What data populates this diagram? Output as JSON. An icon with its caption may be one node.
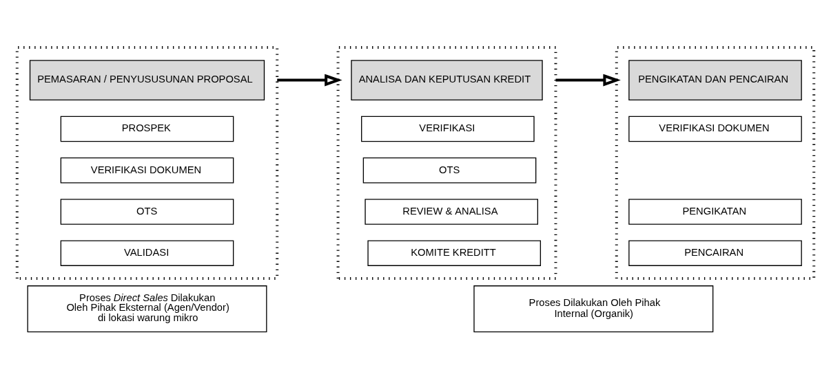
{
  "diagram": {
    "nodes": [
      {
        "text": [],
        "shape": "box"
      },
      {
        "text": [
          "PEMASARAN / PENYUSUSUNAN PROPOSAL"
        ],
        "in": 0
      },
      {
        "text": [
          "PROSPEK"
        ],
        "in": 0
      },
      {
        "text": [
          "VERIFIKASI DOKUMEN"
        ],
        "in": 0
      },
      {
        "text": [
          "OTS"
        ],
        "in": 0
      },
      {
        "text": [
          "VALIDASI"
        ],
        "in": 0
      },
      {
        "text": [],
        "shape": "box"
      },
      {
        "text": [
          "ANALISA DAN KEPUTUSAN KREDIT"
        ],
        "in": 6
      },
      {
        "text": [
          "VERIFIKASI"
        ],
        "in": 6
      },
      {
        "text": [
          "OTS"
        ],
        "in": 6
      },
      {
        "text": [
          "REVIEW & ANALISA"
        ],
        "in": 6
      },
      {
        "text": [
          "KOMITE KREDITT"
        ],
        "in": 6
      },
      {
        "text": [],
        "shape": "box"
      },
      {
        "text": [
          "PENGIKATAN DAN PENCAIRAN"
        ],
        "in": 12
      },
      {
        "text": [
          "VERIFIKASI DOKUMEN"
        ],
        "in": 12
      },
      {
        "text": [
          "PENGIKATAN"
        ],
        "in": 12
      },
      {
        "text": [
          "PENCAIRAN"
        ],
        "in": 12
      },
      {
        "text": [
          "Proses *Direct Sales* Dilakukan Oleh Pihak Eksternal (Agen/Vendor) di lokasi warung mikro"
        ]
      },
      {
        "text": [
          "Proses Dilakukan Oleh Pihak Internal (Organik)"
        ]
      }
    ],
    "edges": [
      {
        "from": 0,
        "to": 6,
        "arrow": "to"
      },
      {
        "from": 6,
        "to": 12,
        "arrow": "to"
      }
    ]
  }
}
